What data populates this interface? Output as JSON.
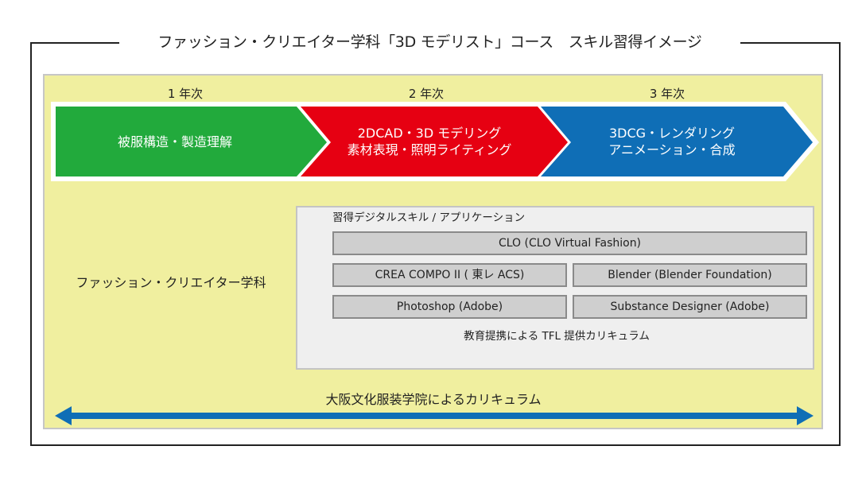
{
  "title": "ファッション・クリエイター学科「3D モデリスト」コース　スキル習得イメージ",
  "colors": {
    "panel_bg": "#f0ef9f",
    "year1": "#22aa3c",
    "year2": "#e60012",
    "year3": "#0f6eb6",
    "curriculum_arrow": "#0f6eb6",
    "app_box": "#cfcfcf"
  },
  "stages": [
    {
      "year": "1 年次",
      "lines": [
        "被服構造・製造理解"
      ]
    },
    {
      "year": "2 年次",
      "lines": [
        "2DCAD・3D モデリング",
        "素材表現・照明ライティング"
      ]
    },
    {
      "year": "3 年次",
      "lines": [
        "3DCG・レンダリング",
        "アニメーション・合成"
      ]
    }
  ],
  "department": "ファッション・クリエイター学科",
  "plus_icon": "plus-icon",
  "apps": {
    "title": "習得デジタルスキル / アプリケーション",
    "items": [
      "CLO (CLO Virtual Fashion)",
      "CREA COMPO II ( 東レ ACS)",
      "Blender (Blender Foundation)",
      "Photoshop (Adobe)",
      "Substance Designer (Adobe)"
    ]
  },
  "tfl_curriculum": "教育提携による TFL 提供カリキュラム",
  "bunka_curriculum": "大阪文化服装学院によるカリキュラム"
}
